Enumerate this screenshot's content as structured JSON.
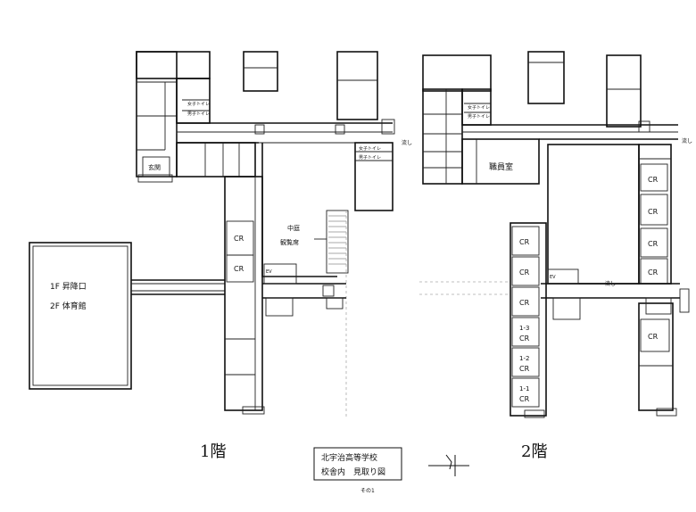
{
  "floor1": {
    "title": "1階",
    "gym_line1": "1F 昇降口",
    "gym_line2": "2F 体育館",
    "courtyard_line1": "中庭",
    "courtyard_line2": "観覧席",
    "entrance": "玄関",
    "sink": "流し",
    "toilet": "女子トイレ",
    "toilet2": "男子トイレ",
    "cr": "CR",
    "ev": "EV"
  },
  "floor2": {
    "title": "2階",
    "staff_room": "職員室",
    "sink": "流し",
    "toilet": "女子トイレ",
    "toilet2": "男子トイレ",
    "cr": "CR",
    "cr_1_3": "1-3",
    "cr_1_2": "1-2",
    "cr_1_1": "1-1",
    "ev": "EV"
  },
  "caption": {
    "line1": "北宇治高等学校",
    "line2": "校舎内　見取り図",
    "page": "その1"
  }
}
